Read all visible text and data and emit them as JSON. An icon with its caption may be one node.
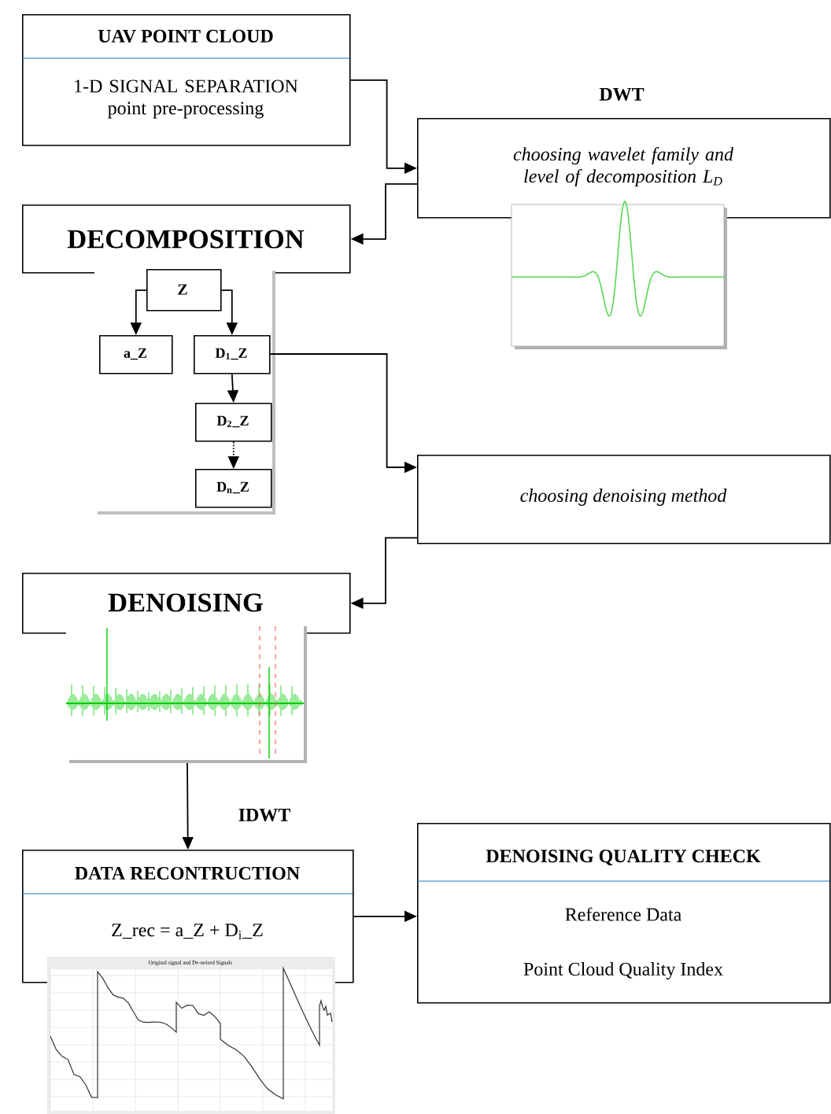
{
  "diagram": {
    "nodes": [
      {
        "text": [
          "UAV POINT CLOUD",
          "1-D SIGNAL SEPARATION point pre-processing"
        ]
      },
      {
        "text": [
          "DWT",
          "choosing wavelet family and level of decomposition L$_{D}$"
        ]
      },
      {
        "text": [
          "DECOMPOSITION"
        ]
      },
      {
        "text": [
          "Z"
        ]
      },
      {
        "text": [
          "a_Z"
        ]
      },
      {
        "text": [
          "D$_{1}$_Z"
        ]
      },
      {
        "text": [
          "D$_{2}$_Z"
        ]
      },
      {
        "text": [
          "D$_{n}$_Z"
        ]
      },
      {
        "text": [
          "choosing denoising method"
        ]
      },
      {
        "text": [
          "DENOISING"
        ]
      },
      {
        "text": [
          "DATA RECONTRUCTION",
          "Z_rec = a_Z + D$_{i}$_Z"
        ]
      },
      {
        "text": [
          "DENOISING QUALITY CHECK",
          "Reference Data",
          "Point Cloud Quality Index"
        ]
      }
    ],
    "edges": [
      {
        "from": 0,
        "to": 1,
        "arrow": "to"
      },
      {
        "from": 1,
        "to": 2,
        "arrow": "to"
      },
      {
        "from": 3,
        "to": 4,
        "arrow": "to"
      },
      {
        "from": 3,
        "to": 5,
        "arrow": "to"
      },
      {
        "from": 5,
        "to": 6,
        "arrow": "to"
      },
      {
        "from": 6,
        "to": 7,
        "arrow": "to",
        "style": "dashed"
      },
      {
        "from": 5,
        "to": 8,
        "arrow": "to"
      },
      {
        "from": 8,
        "to": 9,
        "arrow": "to"
      },
      {
        "from": 9,
        "to": 10,
        "arrow": "to",
        "label": "IDWT"
      },
      {
        "from": 10,
        "to": 11,
        "arrow": "to"
      }
    ],
    "labels": [
      "Original signal and De-noised Signals"
    ]
  }
}
